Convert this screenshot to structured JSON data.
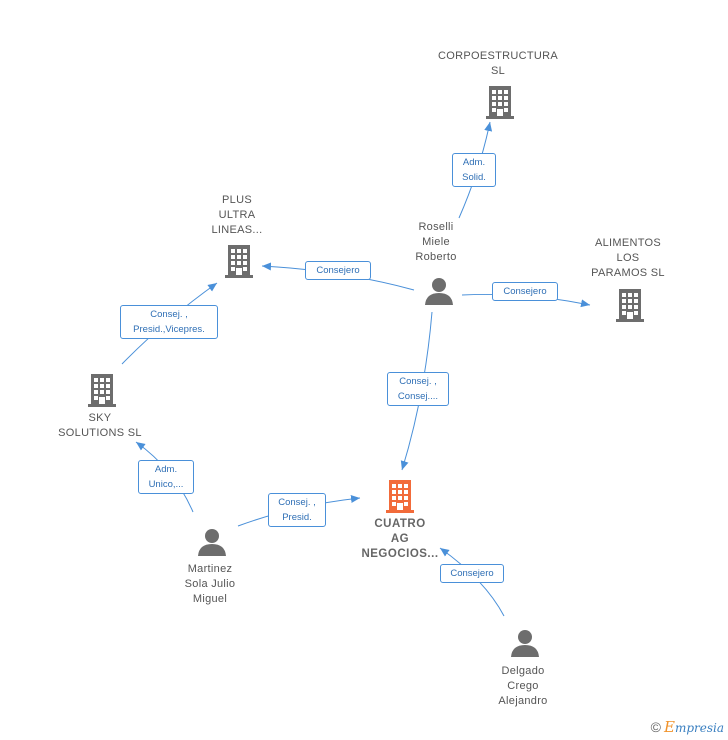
{
  "colors": {
    "edge": "#4a90d9",
    "company_icon": "#6d6d6d",
    "focus_icon": "#f26b3a",
    "person_icon": "#6d6d6d"
  },
  "nodes": {
    "corpoestructura": {
      "line1": "CORPOESTRUCTURA",
      "line2": "SL",
      "type": "company",
      "icon": "building-icon"
    },
    "plus_ultra": {
      "line1": "PLUS",
      "line2": "ULTRA",
      "line3": "LINEAS...",
      "type": "company",
      "icon": "building-icon"
    },
    "alimentos": {
      "line1": "ALIMENTOS",
      "line2": "LOS",
      "line3": "PARAMOS  SL",
      "type": "company",
      "icon": "building-icon"
    },
    "sky": {
      "line1": "SKY",
      "line2": "SOLUTIONS SL",
      "type": "company",
      "icon": "building-icon"
    },
    "cuatro": {
      "line1": "CUATRO",
      "line2": "AG",
      "line3": "NEGOCIOS...",
      "type": "company-focus",
      "icon": "building-icon"
    },
    "roselli": {
      "line1": "Roselli",
      "line2": "Miele",
      "line3": "Roberto",
      "type": "person",
      "icon": "person-icon"
    },
    "martinez": {
      "line1": "Martinez",
      "line2": "Sola Julio",
      "line3": "Miguel",
      "type": "person",
      "icon": "person-icon"
    },
    "delgado": {
      "line1": "Delgado",
      "line2": "Crego",
      "line3": "Alejandro",
      "type": "person",
      "icon": "person-icon"
    }
  },
  "edges": {
    "roselli_corpo": {
      "line1": "Adm.",
      "line2": "Solid."
    },
    "roselli_plus": {
      "line1": "Consejero"
    },
    "roselli_alimentos": {
      "line1": "Consejero"
    },
    "roselli_cuatro": {
      "line1": "Consej. ,",
      "line2": "Consej...."
    },
    "sky_plus": {
      "line1": "Consej. ,",
      "line2": "Presid.,Vicepres."
    },
    "martinez_sky": {
      "line1": "Adm.",
      "line2": "Unico,..."
    },
    "martinez_cuatro": {
      "line1": "Consej. ,",
      "line2": "Presid."
    },
    "delgado_cuatro": {
      "line1": "Consejero"
    }
  },
  "brand": {
    "copyright": "©",
    "initial": "E",
    "rest": "mpresia"
  }
}
